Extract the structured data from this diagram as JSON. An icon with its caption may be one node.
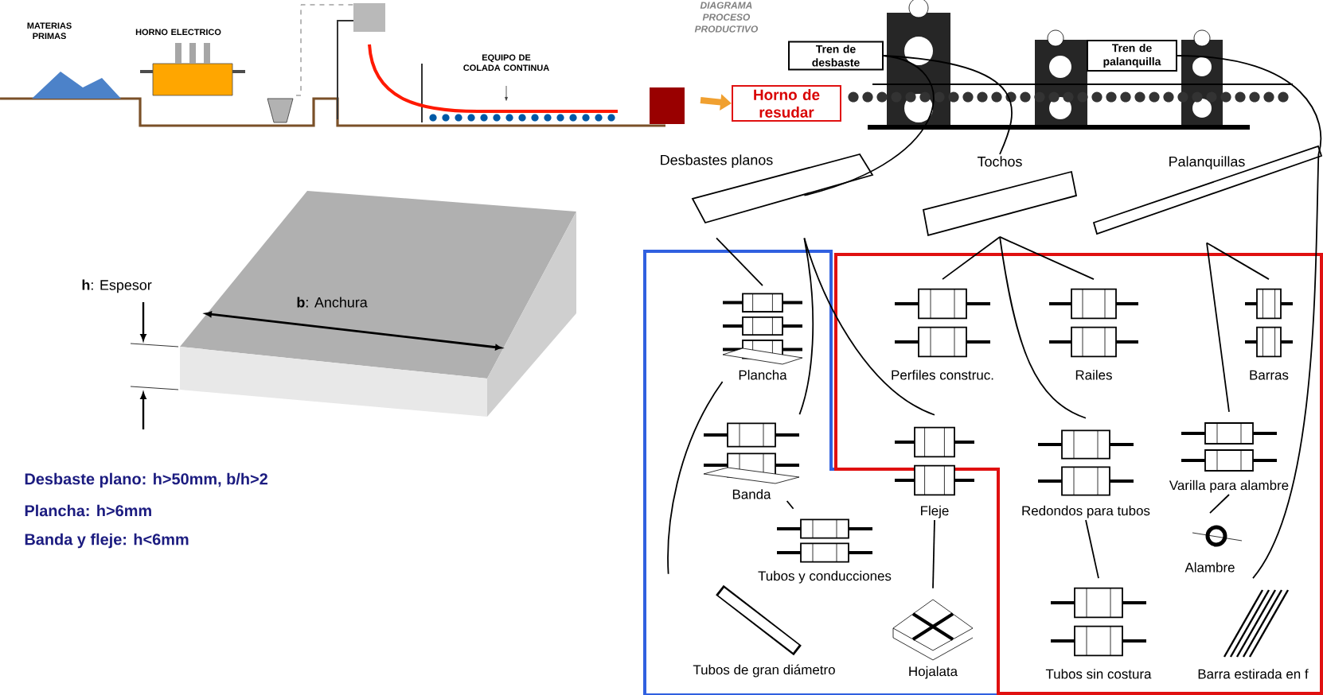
{
  "diagram": {
    "nodes": [
      {
        "text": [
          "Horno de resudar"
        ]
      },
      {
        "text": [
          "Tren de desbaste"
        ]
      },
      {
        "text": [
          "Tren de palanquilla"
        ]
      },
      {
        "text": [
          "Desbastes planos"
        ]
      },
      {
        "text": [
          "Tochos"
        ]
      },
      {
        "text": [
          "Palanquillas"
        ]
      },
      {
        "text": [],
        "shape": "box"
      },
      {
        "text": [],
        "shape": "box"
      },
      {
        "text": [
          "Plancha"
        ],
        "in": 6
      },
      {
        "text": [
          "Banda"
        ],
        "in": 6
      },
      {
        "text": [
          "Fleje"
        ],
        "in": 6
      },
      {
        "text": [
          "Tubos y conducciones"
        ],
        "in": 6
      },
      {
        "text": [
          "Tubos de gran diámetro"
        ],
        "in": 6
      },
      {
        "text": [
          "Hojalata"
        ],
        "in": 6
      },
      {
        "text": [
          "Perfiles construc."
        ],
        "in": 7
      },
      {
        "text": [
          "Railes"
        ],
        "in": 7
      },
      {
        "text": [
          "Barras"
        ],
        "in": 7
      },
      {
        "text": [
          "Redondos para tubos"
        ],
        "in": 7
      },
      {
        "text": [
          "Varilla para alambre"
        ],
        "in": 7
      },
      {
        "text": [
          "Alambre"
        ],
        "in": 7
      },
      {
        "text": [
          "Tubos sin costura"
        ],
        "in": 7
      },
      {
        "text": [
          "Barra estirada en f"
        ],
        "in": 7
      }
    ],
    "edges": [
      {
        "from": null,
        "to": 0,
        "arrow": "to",
        "style": "thick",
        "color": "#f0a030"
      },
      {
        "from": 1,
        "to": 3,
        "arrow": "none"
      },
      {
        "from": 1,
        "to": 4,
        "arrow": "none"
      },
      {
        "from": 2,
        "to": 5,
        "arrow": "none"
      },
      {
        "from": 3,
        "to": 8,
        "arrow": "none"
      },
      {
        "from": 3,
        "to": 9,
        "arrow": "none"
      },
      {
        "from": 3,
        "to": 10,
        "arrow": "none"
      },
      {
        "from": 9,
        "to": 11,
        "arrow": "none"
      },
      {
        "from": 8,
        "to": 12,
        "arrow": "none"
      },
      {
        "from": 10,
        "to": 13,
        "arrow": "none"
      },
      {
        "from": 4,
        "to": 14,
        "arrow": "none"
      },
      {
        "from": 4,
        "to": 15,
        "arrow": "none"
      },
      {
        "from": 4,
        "to": 17,
        "arrow": "none"
      },
      {
        "from": 17,
        "to": 20,
        "arrow": "none"
      },
      {
        "from": 5,
        "to": 18,
        "arrow": "none"
      },
      {
        "from": 5,
        "to": 16,
        "arrow": "none"
      },
      {
        "from": 5,
        "to": 21,
        "arrow": "none"
      },
      {
        "from": 18,
        "to": 19,
        "arrow": "none"
      }
    ],
    "labels": [
      "MATERIAS PRIMAS",
      "HORNO ELECTRICO",
      "EQUIPO DE COLADA CONTINUA",
      "DIAGRAMA PROCESO PRODUCTIVO",
      "**h**: Espesor",
      "**b**: Anchura",
      "Desbaste plano: h>50mm, b/h>2",
      "Plancha: h>6mm",
      "Banda y fleje: h<6mm"
    ]
  }
}
